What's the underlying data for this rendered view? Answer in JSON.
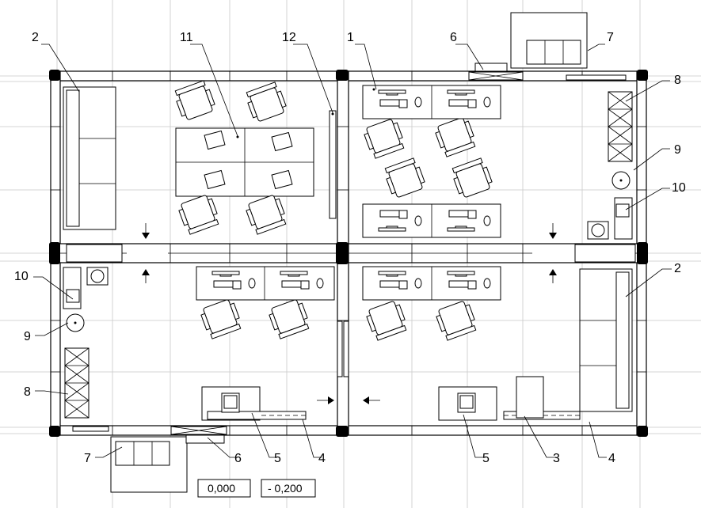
{
  "callouts": {
    "c1": "1",
    "c2a": "2",
    "c2b": "2",
    "c3": "3",
    "c4a": "4",
    "c4b": "4",
    "c5a": "5",
    "c5b": "5",
    "c6a": "6",
    "c6b": "6",
    "c7a": "7",
    "c7b": "7",
    "c8a": "8",
    "c8b": "8",
    "c9a": "9",
    "c9b": "9",
    "c10a": "10",
    "c10b": "10",
    "c11": "11",
    "c12": "12"
  },
  "levels": {
    "floor": "0,000",
    "exterior": "- 0,200"
  },
  "icons": {
    "flow_arrow": "arrow-icon",
    "workstation": "computer-icon",
    "chair": "office-chair-icon",
    "laptop": "laptop-icon",
    "sofa": "sofa-icon",
    "cooler": "water-cooler-icon",
    "sink": "sink-icon",
    "shelving": "shelving-icon",
    "pedestal_bin": "bin-icon"
  },
  "colors": {
    "line": "#000000",
    "grid": "#c8c8c8",
    "background": "#ffffff"
  }
}
